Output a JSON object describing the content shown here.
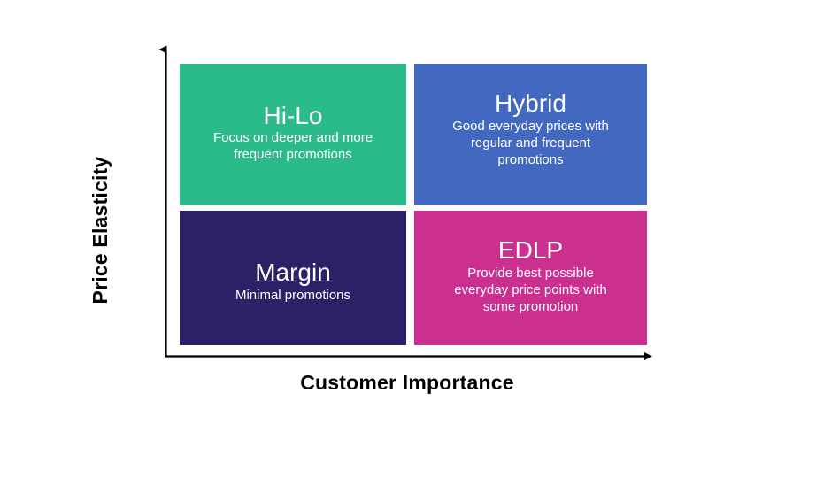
{
  "diagram": {
    "type": "2x2-matrix",
    "axes": {
      "y": {
        "label": "Price Elasticity"
      },
      "x": {
        "label": "Customer Importance"
      }
    },
    "quadrants": [
      {
        "position": "top-left",
        "title": "Hi-Lo",
        "description": "Focus on deeper and more frequent promotions",
        "color": "#2BBA8C"
      },
      {
        "position": "top-right",
        "title": "Hybrid",
        "description": "Good everyday prices with regular and frequent promotions",
        "color": "#4268C0"
      },
      {
        "position": "bottom-left",
        "title": "Margin",
        "description": "Minimal promotions",
        "color": "#2E2066"
      },
      {
        "position": "bottom-right",
        "title": "EDLP",
        "description": "Provide best possible everyday price points with some promotion",
        "color": "#CB3090"
      }
    ],
    "colors": {
      "axis": "#000000",
      "background": "#ffffff",
      "text_on_quadrant": "#ffffff"
    }
  }
}
